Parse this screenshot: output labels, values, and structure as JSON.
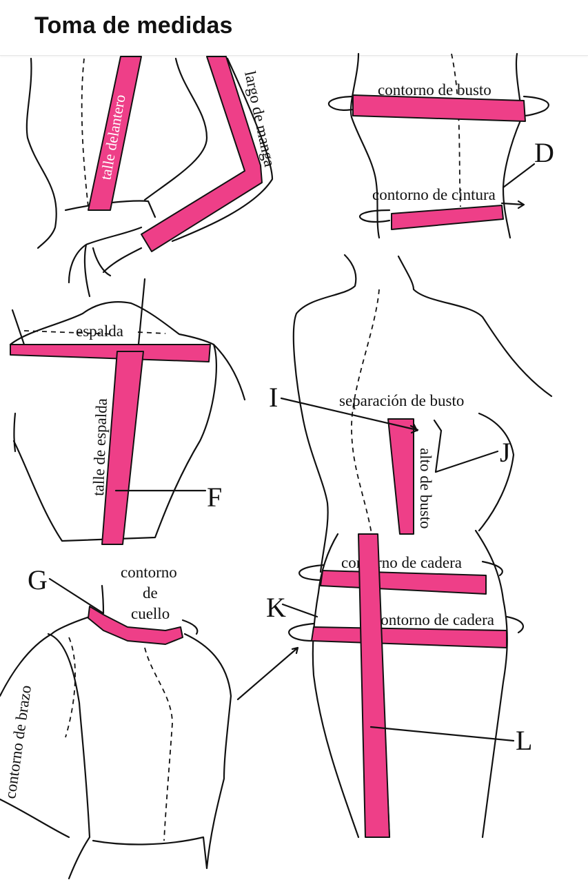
{
  "header": {
    "title": "Toma de medidas"
  },
  "colors": {
    "tape": "#ee3f88",
    "ink": "#111111",
    "background": "#ffffff"
  },
  "labels": {
    "talle_delantero": "talle delantero",
    "largo_manga": "largo de manga",
    "contorno_busto": "contorno de busto",
    "contorno_cintura": "contorno de cintura",
    "D": "D",
    "espalda": "espalda",
    "talle_espalda": "talle de espalda",
    "F": "F",
    "I": "I",
    "separacion_busto": "separación de busto",
    "J": "J",
    "alto_busto": "alto de busto",
    "contorno_cadera_1": "contorno de cadera",
    "contorno_cadera_2": "contorno de cadera",
    "K": "K",
    "L": "L",
    "G": "G",
    "contorno_cuello_1": "contorno",
    "contorno_cuello_2": "de",
    "contorno_cuello_3": "cuello",
    "contorno_brazo": "contorno de brazo"
  }
}
